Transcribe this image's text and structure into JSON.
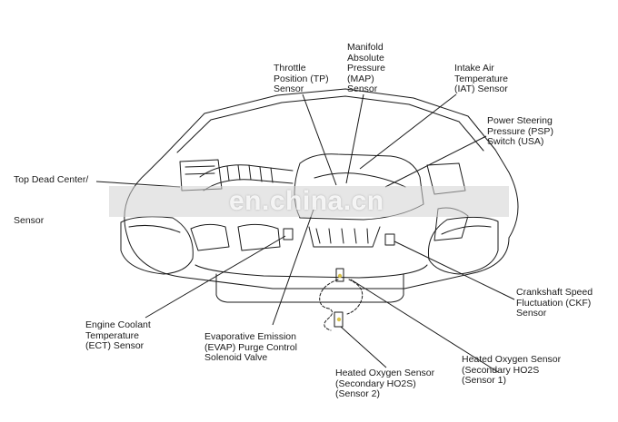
{
  "labels": {
    "throttle": "Throttle\nPosition (TP)\nSensor",
    "map": "Manifold\nAbsolute\nPressure\n(MAP)\nSensor",
    "iat": "Intake Air\nTemperature\n(IAT) Sensor",
    "psp": "Power Steering\nPressure (PSP)\nSwitch (USA)",
    "tdc_top": "Top Dead Center/",
    "tdc_bottom": "Sensor",
    "ckf": "Crankshaft Speed\nFluctuation (CKF)\nSensor",
    "ect": "Engine Coolant\nTemperature\n(ECT) Sensor",
    "evap": "Evaporative Emission\n(EVAP) Purge Control\nSolenoid Valve",
    "ho2s_2": "Heated Oxygen Sensor\n(Secondary HO2S)\n(Sensor 2)",
    "ho2s_1": "Heated Oxygen Sensor\n(Secondary HO2S\n(Sensor 1)"
  },
  "watermark": "en.china.cn",
  "colors": {
    "line": "#1a1a1a",
    "sensor_accent": "#d9c24a"
  }
}
